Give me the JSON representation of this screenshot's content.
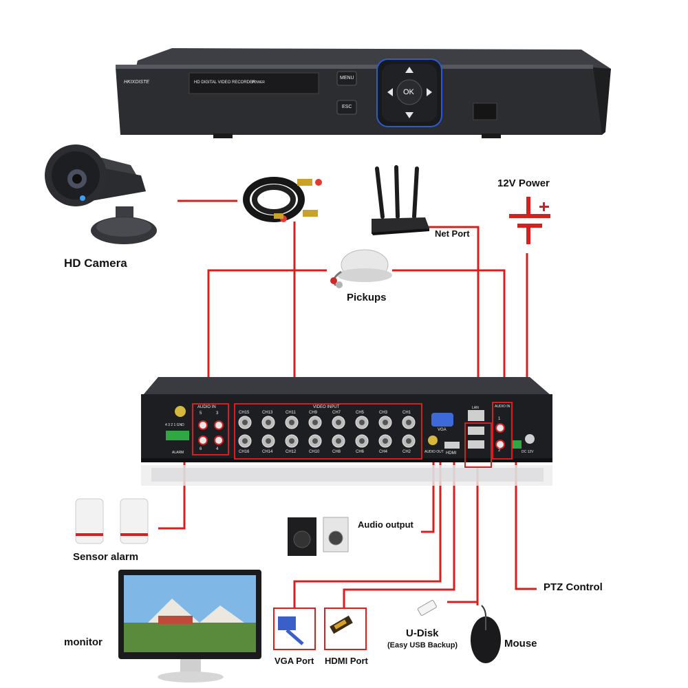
{
  "front_panel": {
    "brand": "HKIXDISTE",
    "model": "HD DIGITAL VIDEO RECORDER",
    "power": "POWER",
    "menu": "MENU",
    "esc": "ESC",
    "ok": "OK"
  },
  "labels": {
    "hd_camera": "HD Camera",
    "power_12v": "12V Power",
    "net_port": "Net Port",
    "pickups": "Pickups",
    "sensor_alarm": "Sensor alarm",
    "audio_output": "Audio output",
    "ptz_control": "PTZ Control",
    "monitor": "monitor",
    "vga_port": "VGA Port",
    "hdmi_port": "HDMI Port",
    "udisk": "U-Disk",
    "udisk_sub": "(Easy USB Backup)",
    "mouse": "Mouse"
  },
  "rear_panel": {
    "audio_in": "AUDIO IN",
    "video_input": "VIDEO INPUT",
    "channels_top": [
      "CH15",
      "CH13",
      "CH11",
      "CH9",
      "CH7",
      "CH5",
      "CH3",
      "CH1"
    ],
    "channels_bottom": [
      "CH16",
      "CH14",
      "CH12",
      "CH10",
      "CH8",
      "CH6",
      "CH4",
      "CH2"
    ],
    "audio_in_left_top": [
      "5",
      "3"
    ],
    "audio_in_left_bottom": [
      "6",
      "4"
    ],
    "vga": "VGA",
    "audio_out": "AUDIO OUT",
    "hdmi": "HDMI",
    "lan": "LAN",
    "audio_in_right_top": "1",
    "audio_in_right_bottom": "2",
    "dc": "DC 12V",
    "alarm": "ALARM",
    "alarm_pins": "4 3 2 1 GND"
  },
  "colors": {
    "wire": "#d81e1e",
    "device_dark": "#2e2f33",
    "panel": "#1b1b1d"
  }
}
